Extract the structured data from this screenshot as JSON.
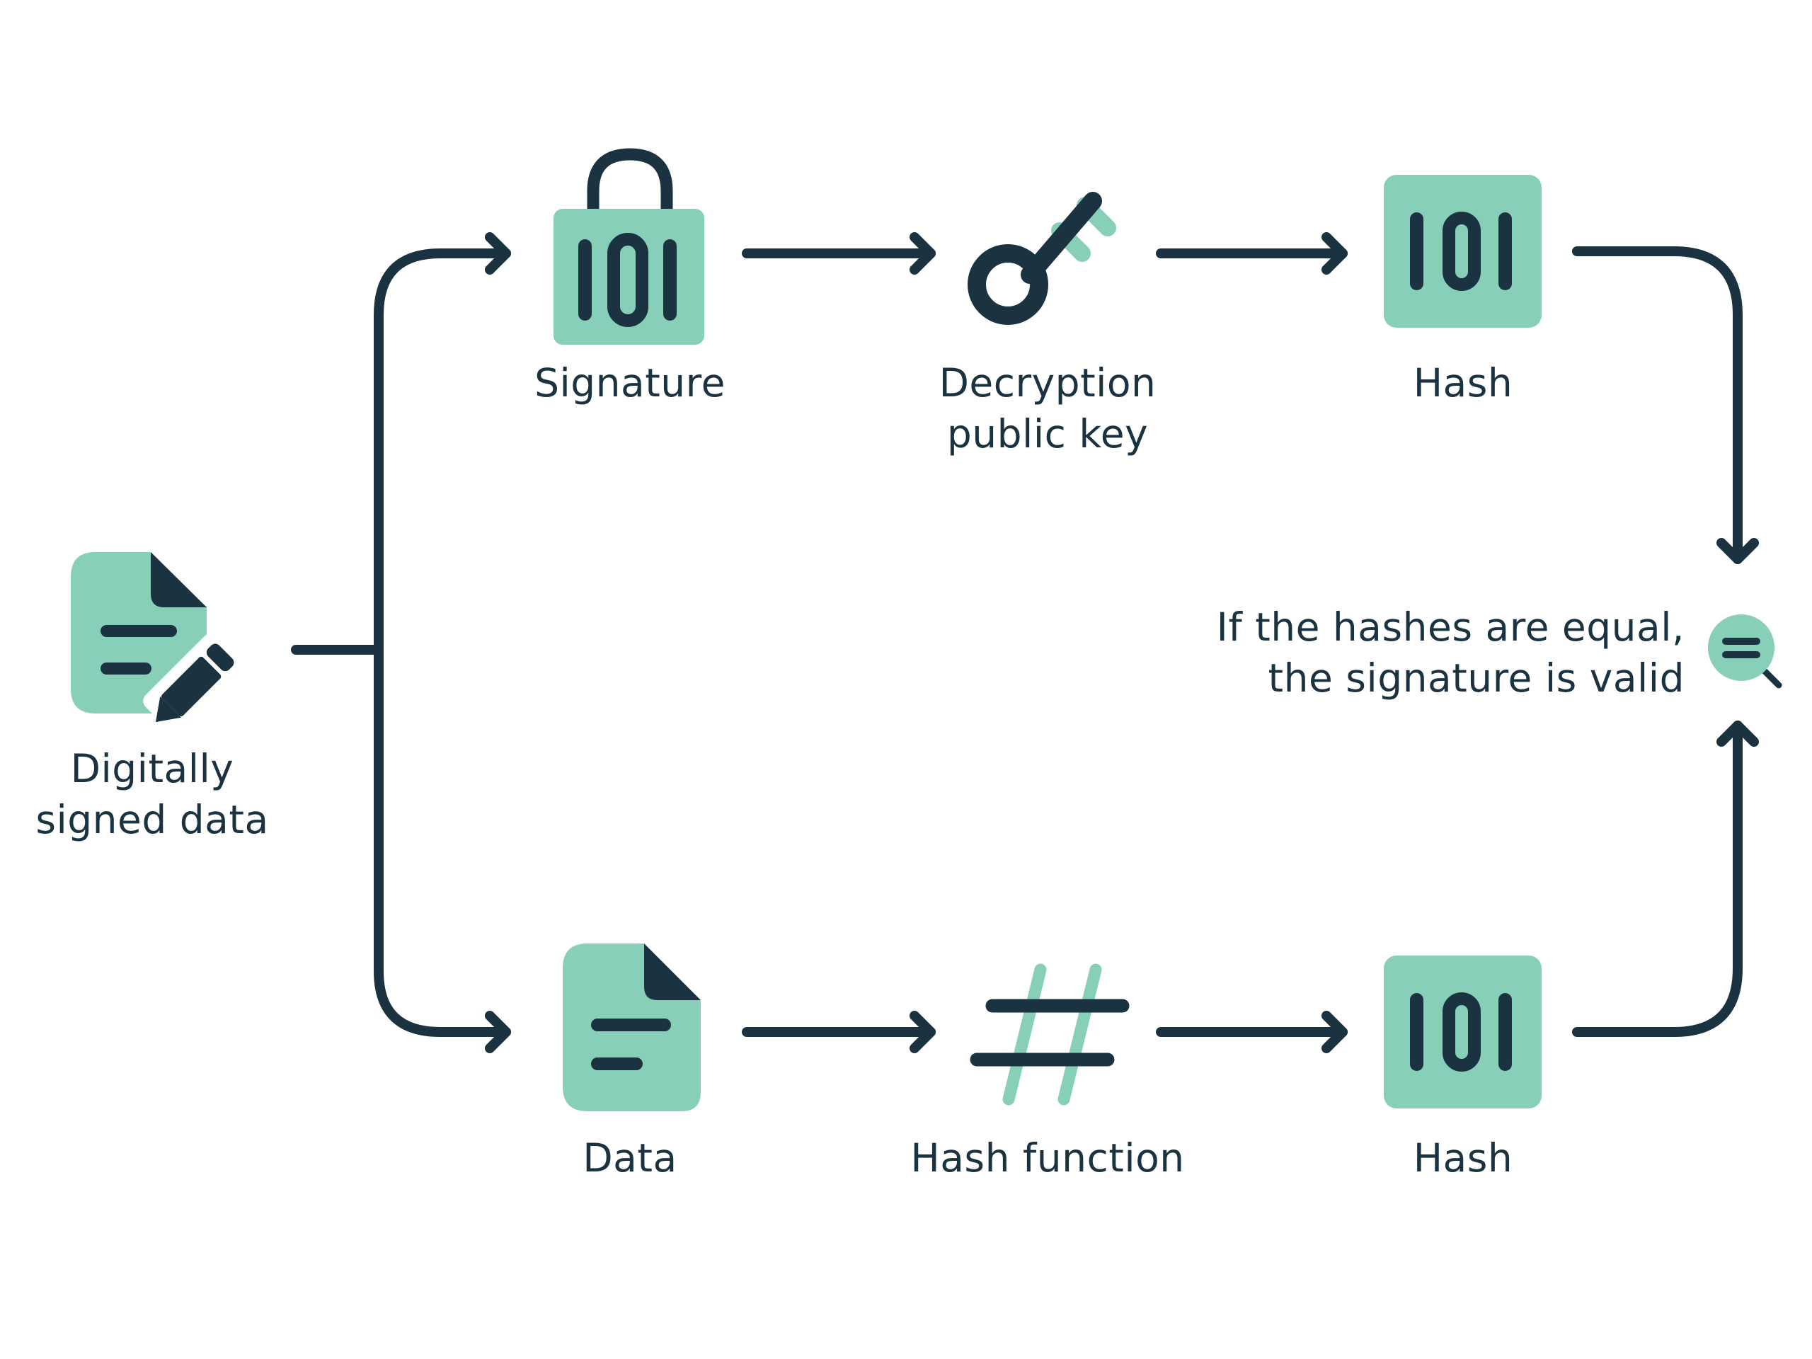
{
  "colors": {
    "stroke": "#1b3340",
    "accent": "#88cfba",
    "background": "#ffffff"
  },
  "nodes": {
    "digitally_signed_data": {
      "icon": "signed-document-icon",
      "label_lines": [
        "Digitally",
        "signed data"
      ]
    },
    "signature": {
      "icon": "padlock-binary-icon",
      "glyph": "101",
      "label_lines": [
        "Signature"
      ]
    },
    "decryption_key": {
      "icon": "key-icon",
      "label_lines": [
        "Decryption",
        "public key"
      ]
    },
    "hash_top": {
      "icon": "binary-hash-icon",
      "glyph": "101",
      "label_lines": [
        "Hash"
      ]
    },
    "data": {
      "icon": "document-icon",
      "label_lines": [
        "Data"
      ]
    },
    "hash_function": {
      "icon": "hash-symbol-icon",
      "label_lines": [
        "Hash function"
      ]
    },
    "hash_bottom": {
      "icon": "binary-hash-icon",
      "glyph": "101",
      "label_lines": [
        "Hash"
      ]
    },
    "result": {
      "icon": "equals-magnifier-icon",
      "label_lines": [
        "If the hashes are equal,",
        "the signature is valid"
      ]
    }
  }
}
